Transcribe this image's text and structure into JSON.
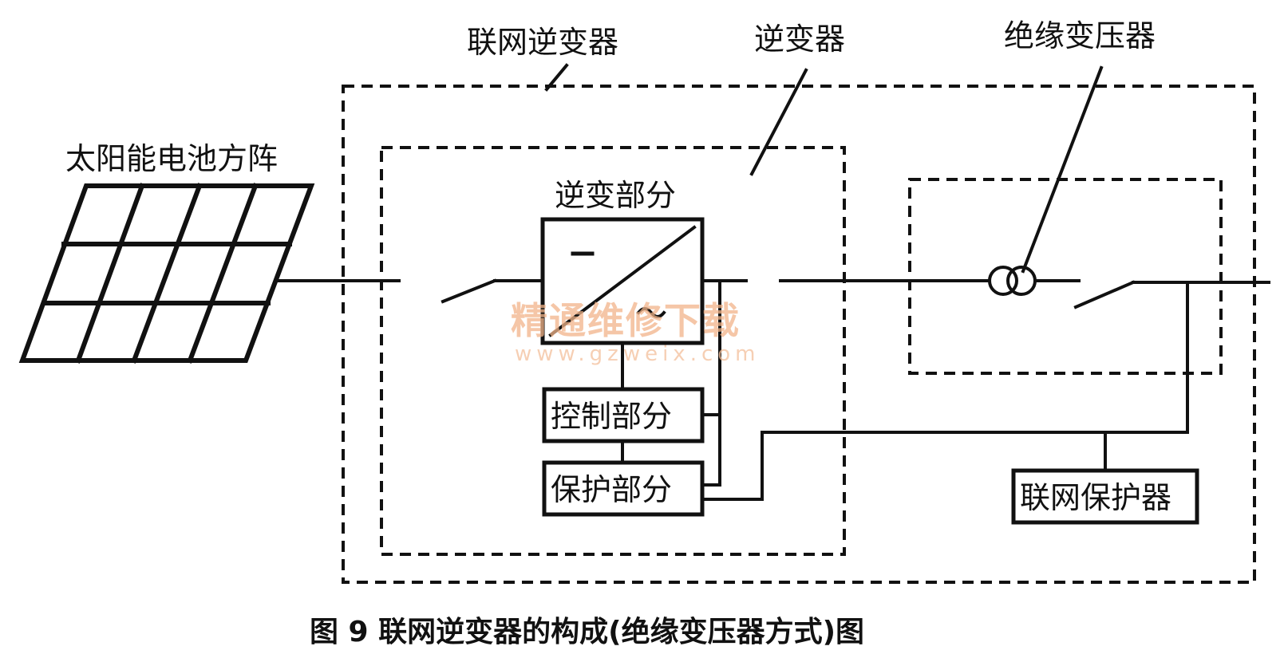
{
  "labels": {
    "grid_inverter": "联网逆变器",
    "inverter": "逆变器",
    "isolation_transformer": "绝缘变压器",
    "solar_array": "太阳能电池方阵",
    "inverter_section": "逆变部分",
    "dc_symbol": "−",
    "ac_symbol": "~",
    "control_section": "控制部分",
    "protection_section": "保护部分",
    "grid_protector": "联网保护器"
  },
  "watermark": {
    "text": "精通维修下载",
    "url": "www.gzweix.com"
  },
  "caption": "图 9  联网逆变器的构成(绝缘变压器方式)图",
  "colors": {
    "line": "#111111",
    "watermark": "#f2b48a",
    "background": "#ffffff"
  }
}
